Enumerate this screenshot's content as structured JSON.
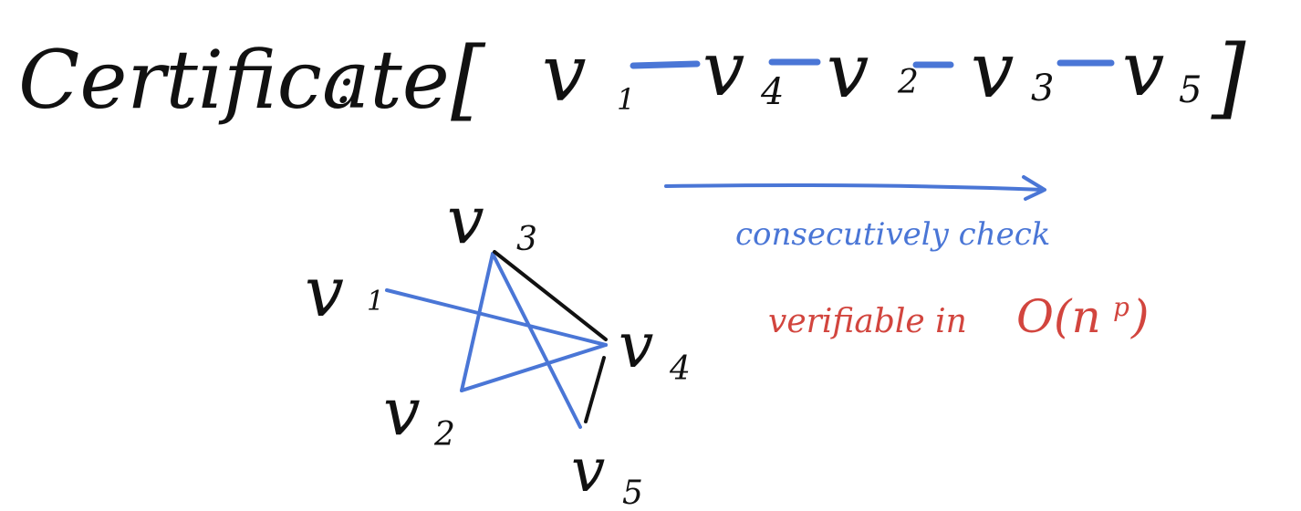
{
  "colors": {
    "ink": "#111111",
    "blue": "#4a76d6",
    "red": "#d2453e",
    "background": "#ffffff"
  },
  "certificate": {
    "label": "Certificate",
    "colon": ":",
    "open_bracket": "[",
    "close_bracket": "]",
    "sequence": [
      {
        "base": "v",
        "sub": "1"
      },
      {
        "base": "v",
        "sub": "4"
      },
      {
        "base": "v",
        "sub": "2"
      },
      {
        "base": "v",
        "sub": "3"
      },
      {
        "base": "v",
        "sub": "5"
      }
    ]
  },
  "arrow_note": "consecutively check",
  "complexity_note": {
    "prefix": "verifiable in ",
    "expr_base": "O(n",
    "expr_exp": "p",
    "expr_close": ")"
  },
  "graph": {
    "nodes": [
      {
        "id": "v1",
        "base": "v",
        "sub": "1"
      },
      {
        "id": "v2",
        "base": "v",
        "sub": "2"
      },
      {
        "id": "v3",
        "base": "v",
        "sub": "3"
      },
      {
        "id": "v4",
        "base": "v",
        "sub": "4"
      },
      {
        "id": "v5",
        "base": "v",
        "sub": "5"
      }
    ],
    "edges": [
      {
        "from": "v1",
        "to": "v4",
        "color": "blue"
      },
      {
        "from": "v4",
        "to": "v2",
        "color": "blue"
      },
      {
        "from": "v2",
        "to": "v3",
        "color": "blue"
      },
      {
        "from": "v3",
        "to": "v5",
        "color": "blue"
      },
      {
        "from": "v3",
        "to": "v4",
        "color": "black"
      },
      {
        "from": "v4",
        "to": "v5",
        "color": "black"
      }
    ]
  }
}
